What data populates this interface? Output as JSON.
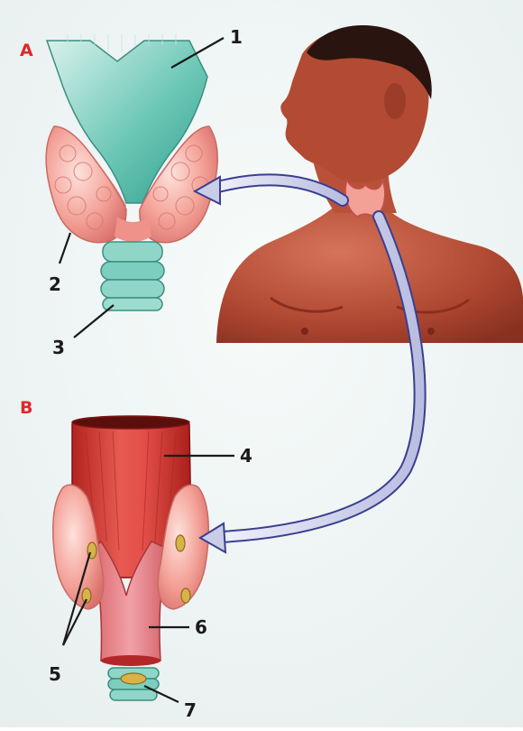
{
  "panels": {
    "a": "A",
    "b": "B"
  },
  "labels": {
    "n1": "1",
    "n2": "2",
    "n3": "3",
    "n4": "4",
    "n5": "5",
    "n6": "6",
    "n7": "7"
  },
  "colors": {
    "panel_letter": "#e0262a",
    "cartilage": "#6cc7b6",
    "gland": "#f3a096",
    "muscle": "#d8423e",
    "skin": "#b24a34",
    "arrow_fill": "#c9cde6",
    "arrow_stroke": "#3b3f8e",
    "background": "#f2f6f6"
  }
}
